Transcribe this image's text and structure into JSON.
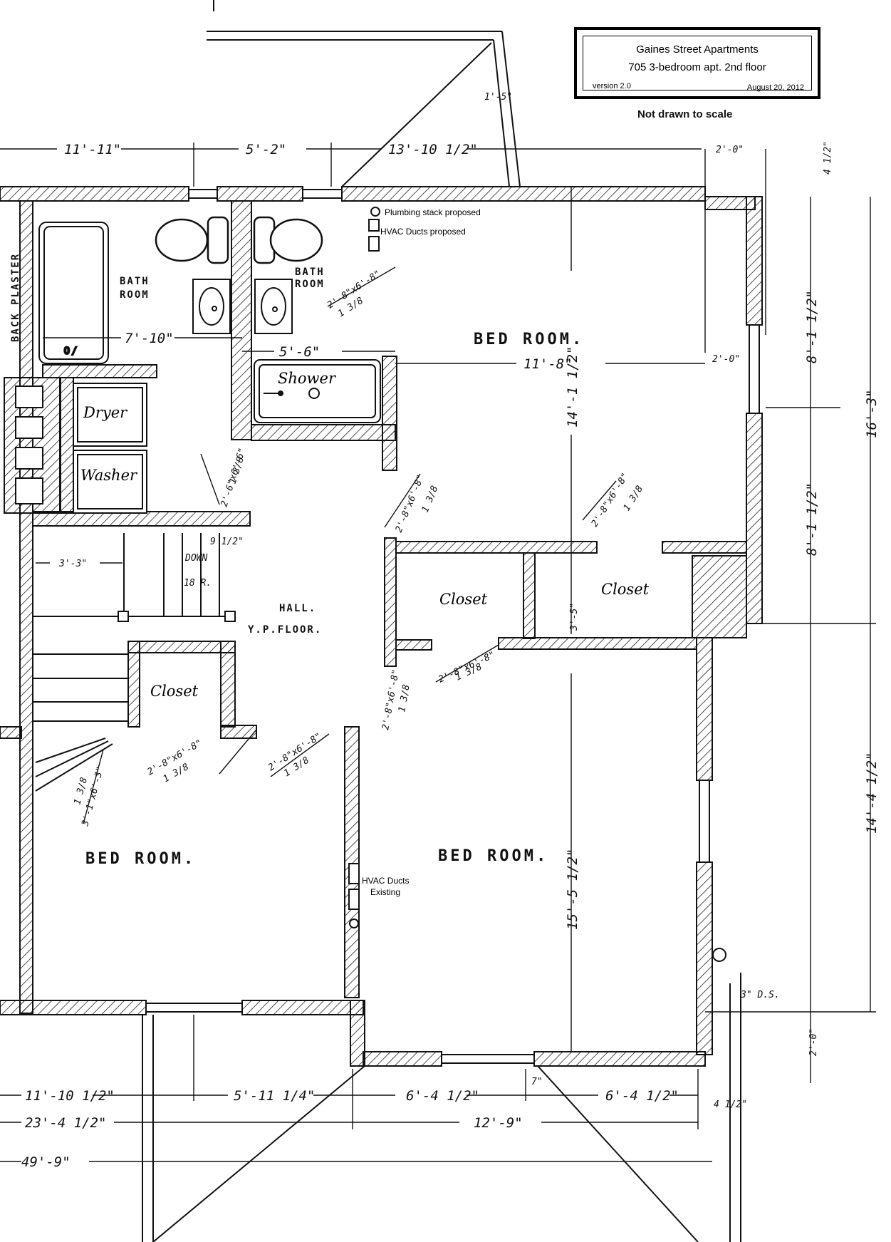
{
  "title_block": {
    "project": "Gaines Street Apartments",
    "unit": "705 3-bedroom apt. 2nd floor",
    "version": "version 2.0",
    "date": "August 20, 2012"
  },
  "scale_note": "Not drawn to scale",
  "rooms": {
    "bedroom_ne": "BED ROOM.",
    "bedroom_sw": "BED ROOM.",
    "bedroom_se": "BED ROOM.",
    "bath_1_line1": "BATH",
    "bath_1_line2": "ROOM",
    "bath_2_line1": "BATH",
    "bath_2_line2": "ROOM",
    "hall_line1": "HALL.",
    "hall_line2": "Y.P.FLOOR.",
    "back_plaster": "BACK PLASTER"
  },
  "fixtures": {
    "dryer": "Dryer",
    "washer": "Washer",
    "shower": "Shower",
    "closet_1": "Closet",
    "closet_2": "Closet",
    "closet_3": "Closet"
  },
  "notes": {
    "plumbing": "Plumbing stack proposed",
    "hvac_proposed": "HVAC Ducts proposed",
    "hvac_existing_1": "HVAC Ducts",
    "hvac_existing_2": "Existing"
  },
  "dimensions": {
    "top_1": "11'-11\"",
    "top_2": "5'-2\"",
    "top_3": "13'-10 1/2\"",
    "top_4": "2'-0\"",
    "top_5": "1'-5\"",
    "right_top": "4 1/2\"",
    "bath_width": "7'-10\"",
    "shower_width": "5'-6\"",
    "bed_ne_width": "11'-8\"",
    "bed_ne_depth": "14'-1 1/2\"",
    "right_2ft": "2'-0\"",
    "right_a": "8'-1 1/2\"",
    "right_b": "8'-1 1/2\"",
    "right_total_1": "16'-3\"",
    "right_total_2": "14'-4 1/2\"",
    "right_bottom": "2'-0\"",
    "hall_width": "3'-3\"",
    "closet_depth": "3'-5\"",
    "stairs_down": "DOWN",
    "stairs_risers": "18 R.",
    "stair_small": "9 1/2\"",
    "bed_se_depth": "15'-5 1/2\"",
    "bottom_1": "11'-10 1/2\"",
    "bottom_2": "5'-11 1/4\"",
    "bottom_3": "6'-4 1/2\"",
    "bottom_4": "6'-4 1/2\"",
    "bottom_5": "4 1/2\"",
    "bottom_6": "7\"",
    "bottom_sub": "23'-4 1/2\"",
    "bottom_mid": "12'-9\"",
    "bottom_total": "49'-9\"",
    "ds_note": "3\" D.S.",
    "door_1": "2'-8\"x6'-8\"",
    "door_1b": "1 3/8",
    "door_size": "2'-8\"x6'-8\"",
    "door_thk": "1 3/8",
    "door_small": "2'-6\"x6'-6\"",
    "door_small_thk": "1 3/8",
    "stair_door": "3'-1\"x6'-3\"",
    "stair_door_thk": "1 3/8"
  }
}
